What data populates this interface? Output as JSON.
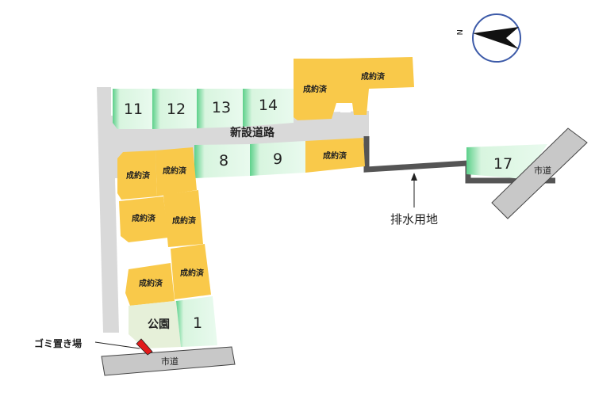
{
  "compass": {
    "north_label": "N"
  },
  "roads": {
    "new_road": "新設道路",
    "city_road_south": "市道",
    "city_road_east": "市道"
  },
  "labels": {
    "drainage_land": "排水用地",
    "garbage_area": "ゴミ置き場",
    "park": "公園"
  },
  "lots": {
    "lot_11": "11",
    "lot_12": "12",
    "lot_13": "13",
    "lot_14": "14",
    "lot_8": "8",
    "lot_9": "9",
    "lot_17": "17",
    "lot_1": "1"
  },
  "sold_label": "成約済",
  "colors": {
    "available_lot": "#d8f5df",
    "available_lot_edge": "#5cd08a",
    "sold_lot": "#f9c94a",
    "road": "#d9d9d9",
    "city_road": "#c8c8c8",
    "park": "#e6f0d9",
    "drain_strip": "#555555",
    "garbage_marker": "#e21b1b",
    "compass_ring": "#3c5aa8"
  }
}
